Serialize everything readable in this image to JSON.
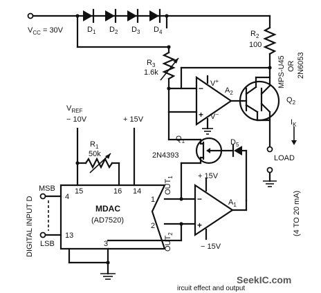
{
  "supply": {
    "label": "V",
    "sub": "CC",
    "value": " = 30V"
  },
  "diodes": [
    "D",
    "D",
    "D",
    "D"
  ],
  "diode_subs": [
    "1",
    "2",
    "3",
    "4"
  ],
  "r2": {
    "name": "R",
    "sub": "2",
    "value": "100"
  },
  "r3": {
    "name": "R",
    "sub": "3",
    "value": "1.6k"
  },
  "r1": {
    "name": "R",
    "sub": "1",
    "value": "50k"
  },
  "vref": {
    "name": "V",
    "sub": "REF",
    "value": "− 10V"
  },
  "plus15_top": "+ 15V",
  "plus15_opamp": "+ 15V",
  "minus15": "− 15V",
  "transistor": {
    "line1": "MPS-U45",
    "line2": "OR",
    "line3": "2N6053",
    "name": "Q",
    "sub": "2"
  },
  "fet": {
    "name": "Q",
    "sub": "1",
    "part": "2N4393"
  },
  "d5": {
    "name": "D",
    "sub": "5"
  },
  "amp2": {
    "name": "A",
    "sub": "2",
    "vplus": "V",
    "vplus_sup": "+",
    "vminus": "V",
    "vminus_sup": "−",
    "plus": "+",
    "minus": "−"
  },
  "amp1": {
    "name": "A",
    "sub": "1",
    "plus": "+",
    "minus": "−"
  },
  "mdac": {
    "title": "MDAC",
    "part": "(AD7520)",
    "pins": [
      "15",
      "16",
      "14",
      "4",
      "13",
      "1",
      "2",
      "3"
    ]
  },
  "out1": {
    "name": "OUT",
    "sub": "1"
  },
  "out2": {
    "name": "OUT",
    "sub": "2"
  },
  "msb": "MSB",
  "lsb": "LSB",
  "digital_input": "DIGITAL INPUT D",
  "load": "LOAD",
  "ik": {
    "name": "I",
    "sub": "K"
  },
  "range": "(4 TO 20 mA)",
  "watermark": "SeekIC.com",
  "caption_fragment": "ircuit effect and output"
}
